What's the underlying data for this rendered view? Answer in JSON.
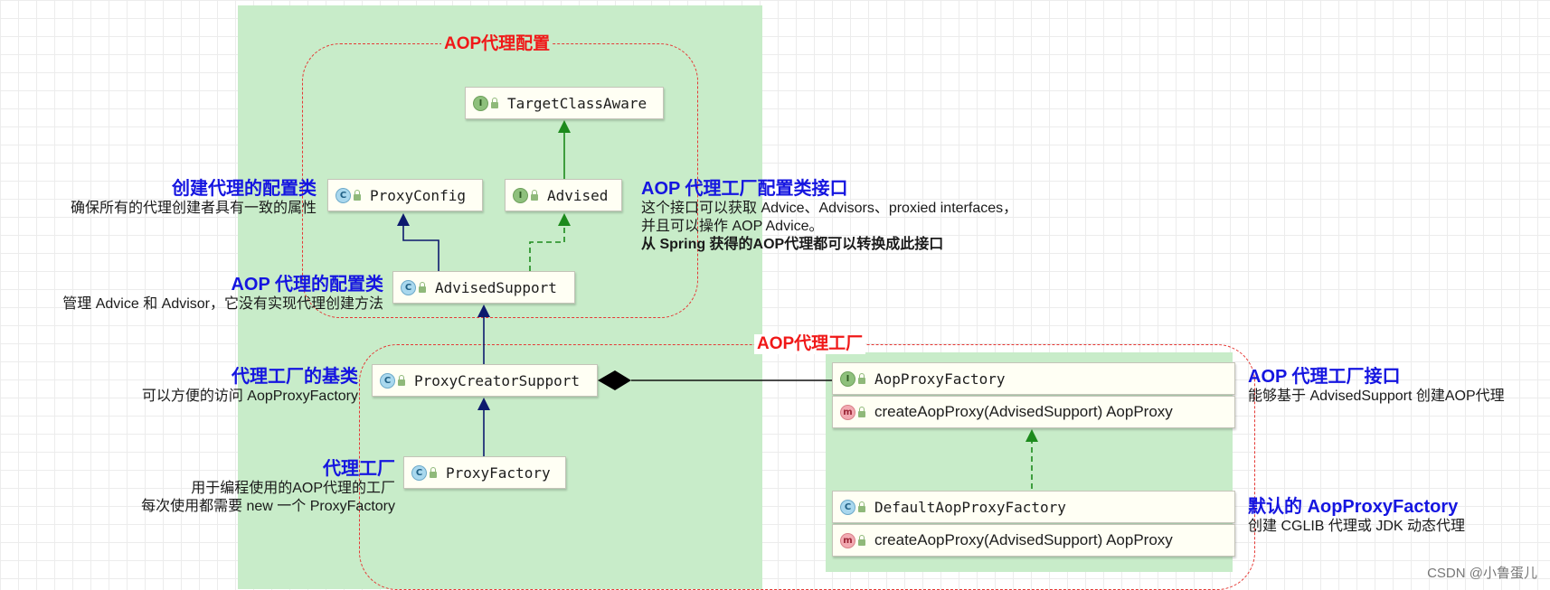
{
  "regions": {
    "config": {
      "title": "AOP代理配置"
    },
    "factory": {
      "title": "AOP代理工厂"
    }
  },
  "nodes": {
    "target_class_aware": {
      "name": "TargetClassAware",
      "badge": "I"
    },
    "proxy_config": {
      "name": "ProxyConfig",
      "badge": "C"
    },
    "advised": {
      "name": "Advised",
      "badge": "I"
    },
    "advised_support": {
      "name": "AdvisedSupport",
      "badge": "C"
    },
    "proxy_creator_support": {
      "name": "ProxyCreatorSupport",
      "badge": "C"
    },
    "proxy_factory": {
      "name": "ProxyFactory",
      "badge": "C"
    },
    "aop_proxy_factory": {
      "name": "AopProxyFactory",
      "badge": "I",
      "method": "createAopProxy(AdvisedSupport)  AopProxy",
      "method_badge": "m"
    },
    "default_aop_proxy_factory": {
      "name": "DefaultAopProxyFactory",
      "badge": "C",
      "method": "createAopProxy(AdvisedSupport)  AopProxy",
      "method_badge": "m"
    }
  },
  "annotations": {
    "proxy_config": {
      "title": "创建代理的配置类",
      "desc": "确保所有的代理创建者具有一致的属性"
    },
    "advised": {
      "title": "AOP 代理工厂配置类接口",
      "desc1": "这个接口可以获取 Advice、Advisors、proxied interfaces，",
      "desc2": "并且可以操作 AOP Advice。",
      "desc3": "从 Spring 获得的AOP代理都可以转换成此接口"
    },
    "advised_support": {
      "title": "AOP 代理的配置类",
      "desc": "管理 Advice 和 Advisor，它没有实现代理创建方法"
    },
    "proxy_creator_support": {
      "title": "代理工厂的基类",
      "desc": "可以方便的访问 AopProxyFactory"
    },
    "proxy_factory": {
      "title": "代理工厂",
      "desc1": "用于编程使用的AOP代理的工厂",
      "desc2": "每次使用都需要 new 一个 ProxyFactory"
    },
    "aop_proxy_factory": {
      "title": "AOP 代理工厂接口",
      "desc": "能够基于 AdvisedSupport 创建AOP代理"
    },
    "default_aop_proxy_factory": {
      "title": "默认的 AopProxyFactory",
      "desc": "创建 CGLIB 代理或 JDK 动态代理"
    }
  },
  "watermark": "CSDN @小鲁蛋儿",
  "colors": {
    "panel_green": "#c8ecc9",
    "region_red": "#e53935",
    "annotation_blue": "#1515e0",
    "interface_edge_green": "#1c8a1c",
    "class_edge_navy": "#0d1a6e"
  }
}
